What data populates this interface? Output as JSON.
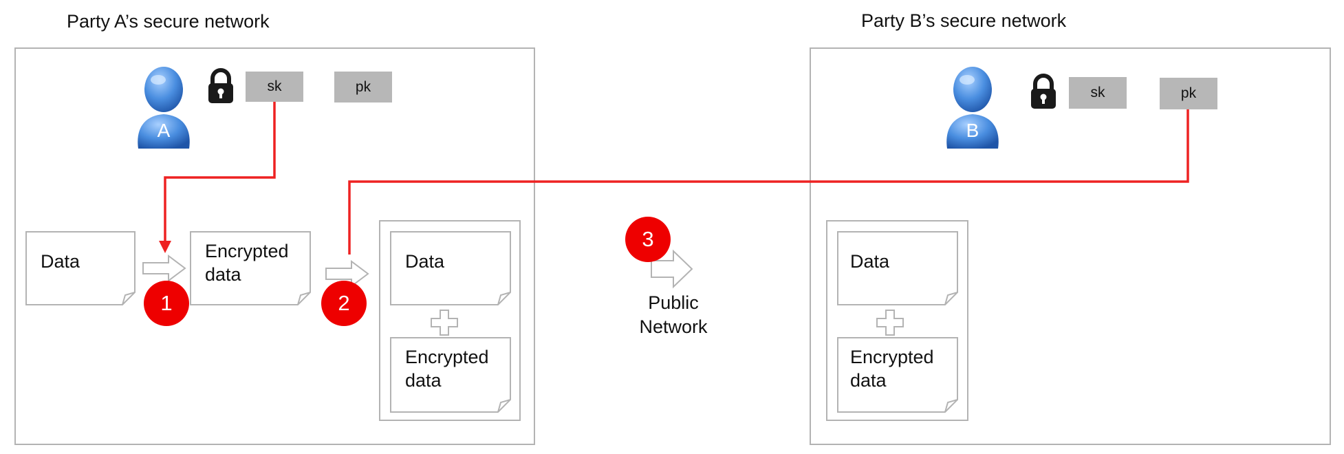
{
  "party_a": {
    "title": "Party A’s secure network",
    "user_letter": "A",
    "sk_label": "sk",
    "pk_label": "pk",
    "doc_data_label": "Data",
    "doc_encrypted_label": "Encrypted\ndata",
    "bundle_data_label": "Data",
    "bundle_encrypted_label": "Encrypted\ndata",
    "step1": "1",
    "step2": "2"
  },
  "party_b": {
    "title": "Party B’s secure network",
    "user_letter": "B",
    "sk_label": "sk",
    "pk_label": "pk",
    "bundle_data_label": "Data",
    "bundle_encrypted_label": "Encrypted\ndata"
  },
  "public_network": {
    "step3": "3",
    "label": "Public\nNetwork"
  },
  "colors": {
    "connector": "#ee2222",
    "badge": "#ee0000",
    "user_blue": "#3c7fd8",
    "border": "#b3b3b3",
    "key_box": "#b7b7b7"
  }
}
